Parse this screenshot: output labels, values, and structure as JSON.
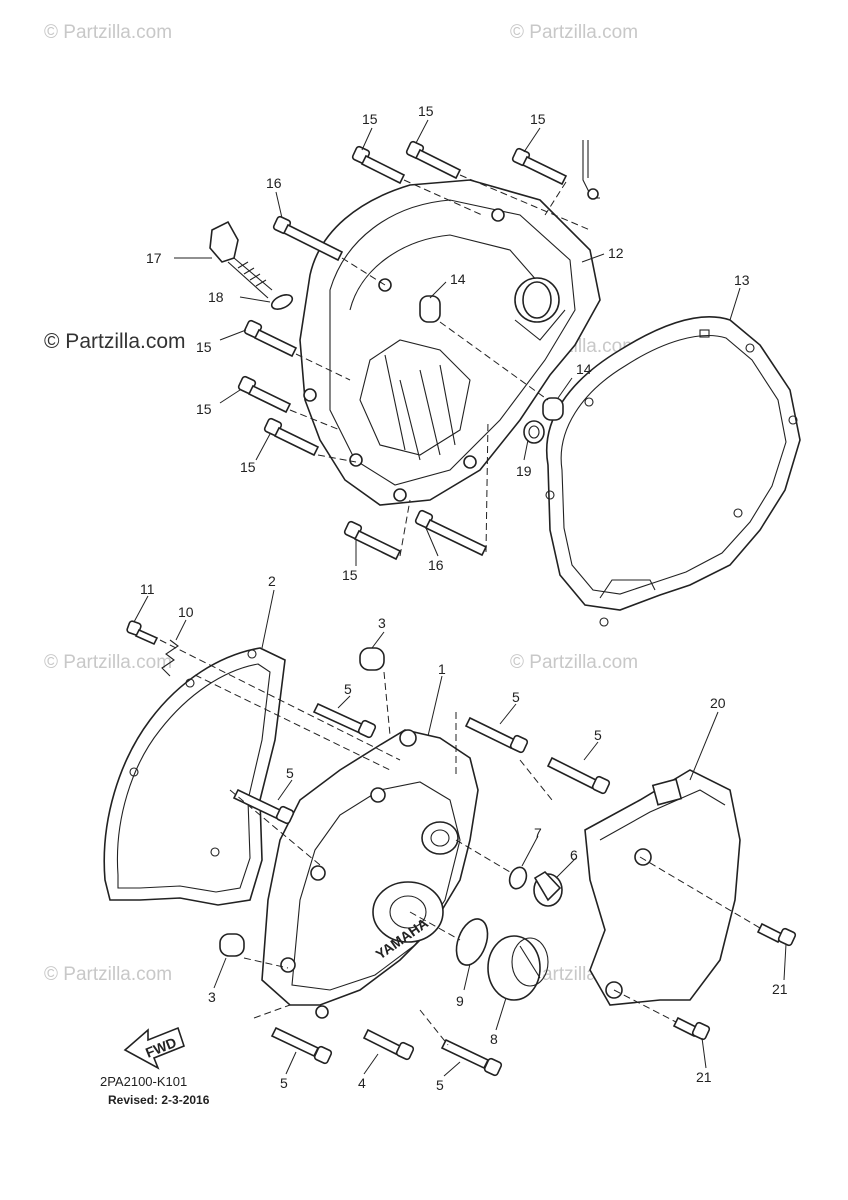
{
  "watermark": "© Partzilla.com",
  "watermark_strong": "© Partzilla.com",
  "diagram_code": "2PA2100-K101",
  "revised": "Revised: 2-3-2016",
  "fwd_label": "FWD",
  "yamaha_label": "YAMAHA",
  "callouts": {
    "c1": "1",
    "c2": "2",
    "c3a": "3",
    "c3b": "3",
    "c4": "4",
    "c5a": "5",
    "c5b": "5",
    "c5c": "5",
    "c5d": "5",
    "c5e": "5",
    "c5f": "5",
    "c6": "6",
    "c7": "7",
    "c8": "8",
    "c9": "9",
    "c10": "10",
    "c11": "11",
    "c12": "12",
    "c13": "13",
    "c14a": "14",
    "c14b": "14",
    "c15a": "15",
    "c15b": "15",
    "c15c": "15",
    "c15d": "15",
    "c15e": "15",
    "c15f": "15",
    "c15g": "15",
    "c16a": "16",
    "c16b": "16",
    "c17": "17",
    "c18": "18",
    "c19": "19",
    "c20": "20",
    "c21a": "21",
    "c21b": "21"
  }
}
